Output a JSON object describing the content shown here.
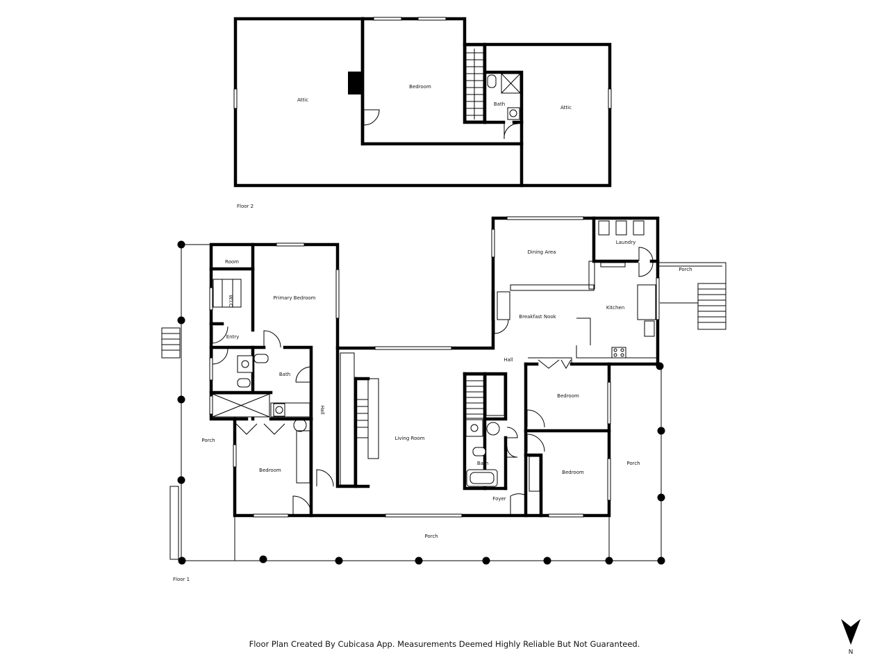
{
  "floors": [
    {
      "label": "Floor 2",
      "rooms": [
        {
          "id": "attic-west",
          "label": "Attic"
        },
        {
          "id": "bedroom-upper",
          "label": "Bedroom"
        },
        {
          "id": "bath-upper",
          "label": "Bath"
        },
        {
          "id": "attic-east",
          "label": "Attic"
        }
      ]
    },
    {
      "label": "Floor 1",
      "rooms": [
        {
          "id": "room-small",
          "label": "Room"
        },
        {
          "id": "wic",
          "label": "W.I.C"
        },
        {
          "id": "primary-bedroom",
          "label": "Primary Bedroom"
        },
        {
          "id": "entry",
          "label": "Entry"
        },
        {
          "id": "bath-primary",
          "label": "Bath"
        },
        {
          "id": "hall-west",
          "label": "Hall"
        },
        {
          "id": "porch-west",
          "label": "Porch"
        },
        {
          "id": "bedroom-sw",
          "label": "Bedroom"
        },
        {
          "id": "living-room",
          "label": "Living Room"
        },
        {
          "id": "dining-area",
          "label": "Dining Area"
        },
        {
          "id": "laundry",
          "label": "Laundry"
        },
        {
          "id": "porch-ne",
          "label": "Porch"
        },
        {
          "id": "breakfast-nook",
          "label": "Breakfast Nook"
        },
        {
          "id": "kitchen",
          "label": "Kitchen"
        },
        {
          "id": "hall-center",
          "label": "Hall"
        },
        {
          "id": "bedroom-east-1",
          "label": "Bedroom"
        },
        {
          "id": "bath-center",
          "label": "Bath"
        },
        {
          "id": "bedroom-east-2",
          "label": "Bedroom"
        },
        {
          "id": "porch-east",
          "label": "Porch"
        },
        {
          "id": "foyer",
          "label": "Foyer"
        },
        {
          "id": "porch-south",
          "label": "Porch"
        }
      ]
    }
  ],
  "compass": {
    "label": "N"
  },
  "footer": {
    "disclaimer": "Floor Plan Created By Cubicasa App. Measurements Deemed Highly Reliable But Not Guaranteed."
  }
}
